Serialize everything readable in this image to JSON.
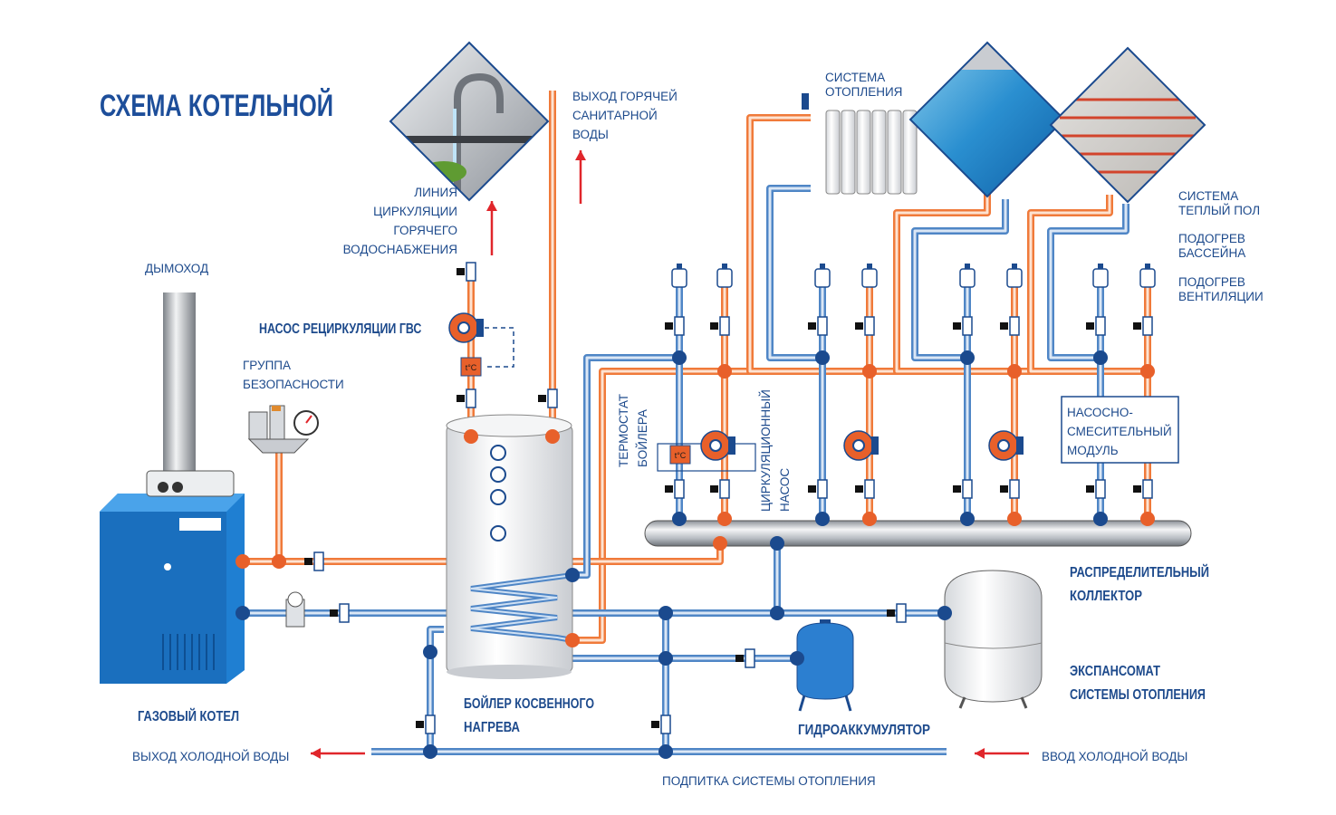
{
  "title": "СХЕМА КОТЕЛЬНОЙ",
  "colors": {
    "hot": "#f07a3a",
    "hot_dot": "#e8602a",
    "cold": "#4f86c6",
    "cold_dot": "#1b4a8e",
    "text": "#1d4a8c",
    "arrow": "#e0262b",
    "boiler": "#1f7fd2"
  },
  "labels": {
    "chimney": "ДЫМОХОД",
    "safety_group": [
      "ГРУППА",
      "БЕЗОПАСНОСТИ"
    ],
    "gas_boiler": "ГАЗОВЫЙ КОТЕЛ",
    "dhw_recirc_pump": "НАСОС РЕЦИРКУЛЯЦИИ ГВС",
    "dhw_circ_line": [
      "ЛИНИЯ",
      "ЦИРКУЛЯЦИИ",
      "ГОРЯЧЕГО",
      "ВОДОСНАБЖЕНИЯ"
    ],
    "hot_water_out": [
      "ВЫХОД ГОРЯЧЕЙ",
      "САНИТАРНОЙ",
      "ВОДЫ"
    ],
    "heating_system": [
      "СИСТЕМА",
      "ОТОПЛЕНИЯ"
    ],
    "floor_heating": [
      "СИСТЕМА",
      "ТЕПЛЫЙ ПОЛ"
    ],
    "pool_heating": [
      "ПОДОГРЕВ",
      "БАССЕЙНА"
    ],
    "ventilation_heating": [
      "ПОДОГРЕВ",
      "ВЕНТИЛЯЦИИ"
    ],
    "boiler_thermostat": [
      "ТЕРМОСТАТ",
      "БОЙЛЕРА"
    ],
    "circ_pump": [
      "ЦИРКУЛЯЦИОННЫЙ",
      "НАСОС"
    ],
    "mixing_module": [
      "НАСОСНО-",
      "СМЕСИТЕЛЬНЫЙ",
      "МОДУЛЬ"
    ],
    "collector": [
      "РАСПРЕДЕЛИТЕЛЬНЫЙ",
      "КОЛЛЕКТОР"
    ],
    "expansion_tank": [
      "ЭКСПАНСОМАТ",
      "СИСТЕМЫ ОТОПЛЕНИЯ"
    ],
    "indirect_boiler": [
      "БОЙЛЕР КОСВЕННОГО",
      "НАГРЕВА"
    ],
    "hydro_accumulator": "ГИДРОАККУМУЛЯТОР",
    "cold_water_out": "ВЫХОД ХОЛОДНОЙ ВОДЫ",
    "cold_water_in": "ВВОД ХОЛОДНОЙ ВОДЫ",
    "heating_makeup": "ПОДПИТКА СИСТЕМЫ ОТОПЛЕНИЯ",
    "thermo_badge": "t°C"
  },
  "icons": [
    "faucet-photo",
    "pool-photo",
    "underfloor-heating-photo",
    "radiator-icon",
    "pump-icon",
    "thermostat-icon",
    "valve-icon",
    "air-vent-icon",
    "pressure-gauge-icon",
    "gas-boiler-icon",
    "chimney-icon",
    "expansion-tank-icon",
    "arrow-icon"
  ]
}
